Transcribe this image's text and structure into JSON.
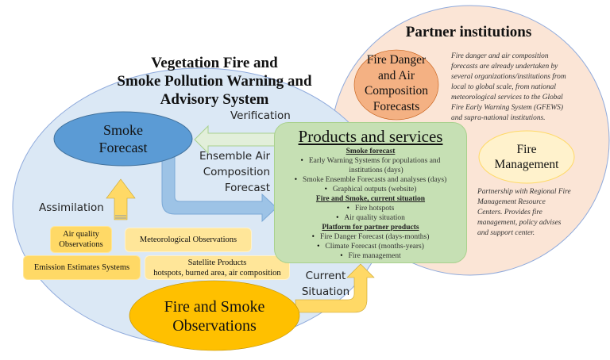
{
  "colors": {
    "main_circle": "#dbe8f5",
    "main_circle_border": "#8faadc",
    "partner_circle": "#fbe5d6",
    "smoke_forecast": "#5b9bd5",
    "fire_danger": "#f4b183",
    "fire_management": "#fff2cc",
    "observations": "#ffc000",
    "products": "#c6e0b4",
    "box_dark": "#ffd966",
    "box_light": "#ffe699"
  },
  "main_system": {
    "title_line1": "Vegetation Fire and",
    "title_line2": "Smoke Pollution Warning and",
    "title_line3": "Advisory System"
  },
  "partner": {
    "title": "Partner institutions",
    "fire_danger": {
      "line1": "Fire Danger",
      "line2": "and Air",
      "line3": "Composition",
      "line4": "Forecasts"
    },
    "fire_danger_note": [
      "Fire danger and air composition",
      "forecasts are already undertaken by",
      "several organizations/institutions from",
      "local to global scale, from national",
      "meteorological services to the Global",
      "Fire Early Warning System (GFEWS)",
      "and supra-national institutions."
    ],
    "fire_management": {
      "line1": "Fire",
      "line2": "Management"
    },
    "fire_management_note": [
      "Partnership with Regional Fire",
      "Management Resource",
      "Centers. Provides fire",
      "management, policy advises",
      "and support center."
    ]
  },
  "smoke_forecast": {
    "line1": "Smoke",
    "line2": "Forecast"
  },
  "observations": {
    "line1": "Fire and Smoke",
    "line2": "Observations"
  },
  "arrows": {
    "verification": "Verification",
    "ensemble_line1": "Ensemble Air",
    "ensemble_line2": "Composition",
    "ensemble_line3": "Forecast",
    "assimilation": "Assimilation",
    "current_line1": "Current",
    "current_line2": "Situation"
  },
  "inputs": {
    "air_quality_line1": "Air quality",
    "air_quality_line2": "Observations",
    "meteorological": "Meteorological Observations",
    "emission": "Emission Estimates Systems",
    "satellite_line1": "Satellite Products",
    "satellite_line2": "hotspots, burned area, air composition"
  },
  "products": {
    "title": "Products and services",
    "sections": [
      {
        "heading": "Smoke forecast",
        "items": [
          "Early Warning Systems for populations and",
          "Smoke Ensemble Forecasts and analyses (days)",
          "Graphical outputs (website)"
        ],
        "item0_cont": "institutions (days)"
      },
      {
        "heading": "Fire and Smoke, current situation",
        "items": [
          "Fire hotspots",
          "Air quality situation"
        ]
      },
      {
        "heading": "Platform for partner products",
        "items": [
          "Fire Danger Forecast (days-months)",
          "Climate Forecast (months-years)",
          "Fire management"
        ]
      }
    ]
  }
}
